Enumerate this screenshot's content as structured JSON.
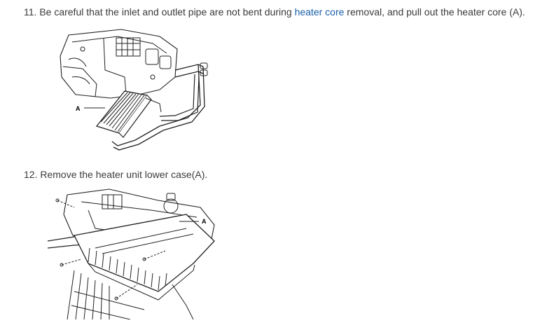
{
  "step11": {
    "prefix": "11. Be careful that the inlet and outlet pipe are not bent during ",
    "link": "heater core",
    "suffix": " removal, and pull out the heater core (A)."
  },
  "step12": {
    "text": "12. Remove the heater unit lower case(A)."
  },
  "figure1": {
    "label": "A"
  },
  "figure2": {
    "label": "A"
  }
}
